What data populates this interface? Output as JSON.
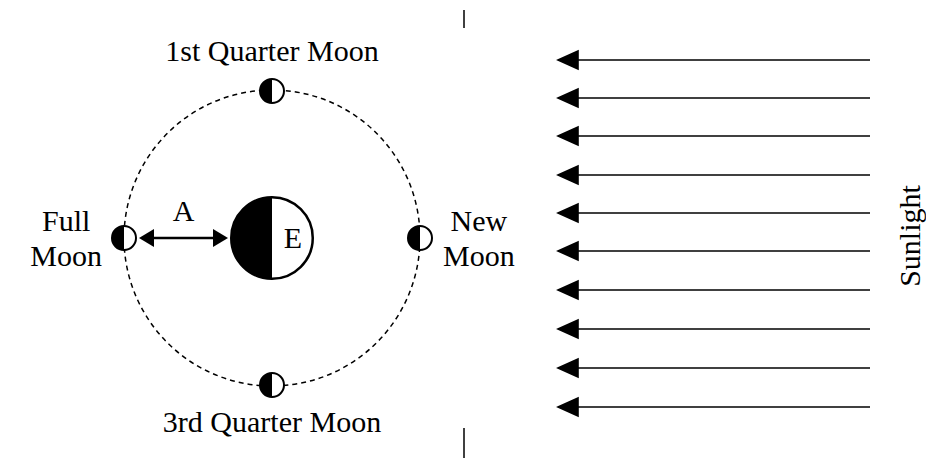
{
  "diagram": {
    "nodes": [
      {
        "text": [
          "1st Quarter Moon"
        ]
      },
      {
        "text": [
          "Full Moon"
        ]
      },
      {
        "text": [
          "E"
        ]
      },
      {
        "text": [
          "New Moon"
        ]
      },
      {
        "text": [
          "3rd Quarter Moon"
        ]
      }
    ],
    "edges": [
      {
        "from": 1,
        "to": 2,
        "arrow": "both",
        "label": "A"
      }
    ],
    "labels": [
      "Sunlight"
    ]
  }
}
